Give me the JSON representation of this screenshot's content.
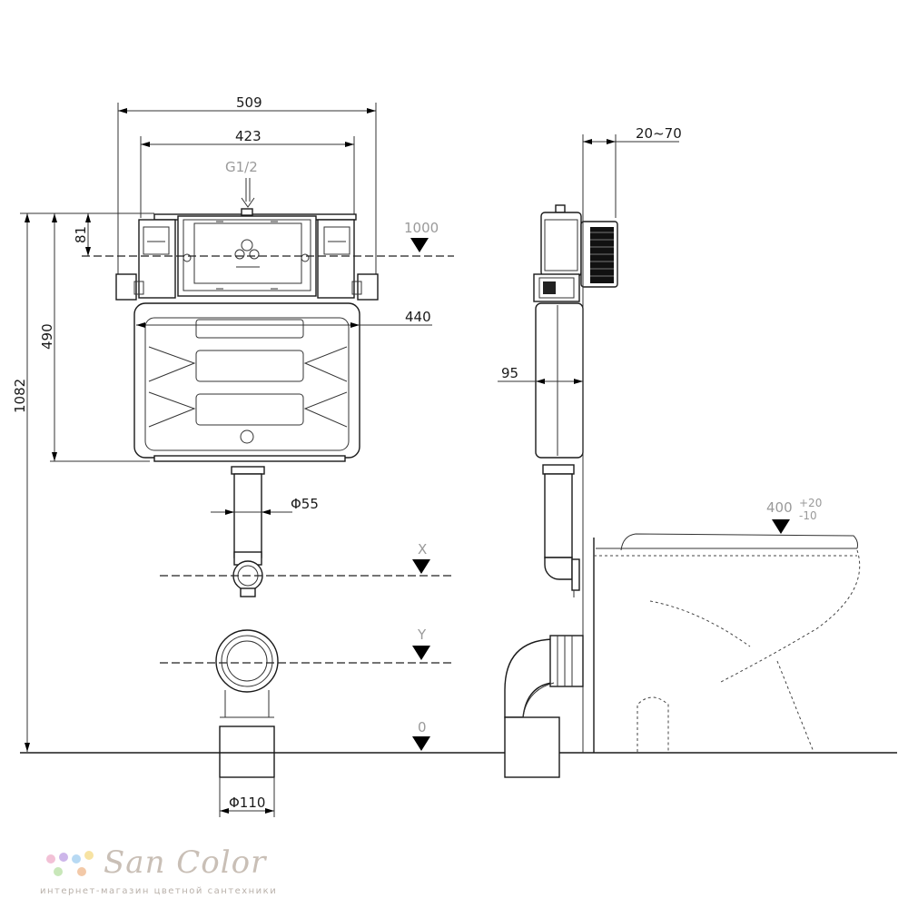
{
  "dimensions": {
    "w509": "509",
    "w423": "423",
    "supply": "G1/2",
    "h81": "81",
    "h490": "490",
    "h1082": "1082",
    "w440": "440",
    "d55": "Φ55",
    "d110": "Φ110",
    "depth": "20~70",
    "w95": "95"
  },
  "levels": {
    "l1000": "1000",
    "lx": "X",
    "ly": "Y",
    "l0": "0",
    "l400": "400",
    "tol_plus": "+20",
    "tol_minus": "-10"
  },
  "logo": {
    "name": "San Color",
    "tagline": "интернет-магазин цветной сантехники",
    "dot_colors": [
      "#f2c1d6",
      "#cdb6ea",
      "#b7d9f3",
      "#f7e3a3",
      "#c8e7b9",
      "#f3c9a8"
    ]
  }
}
